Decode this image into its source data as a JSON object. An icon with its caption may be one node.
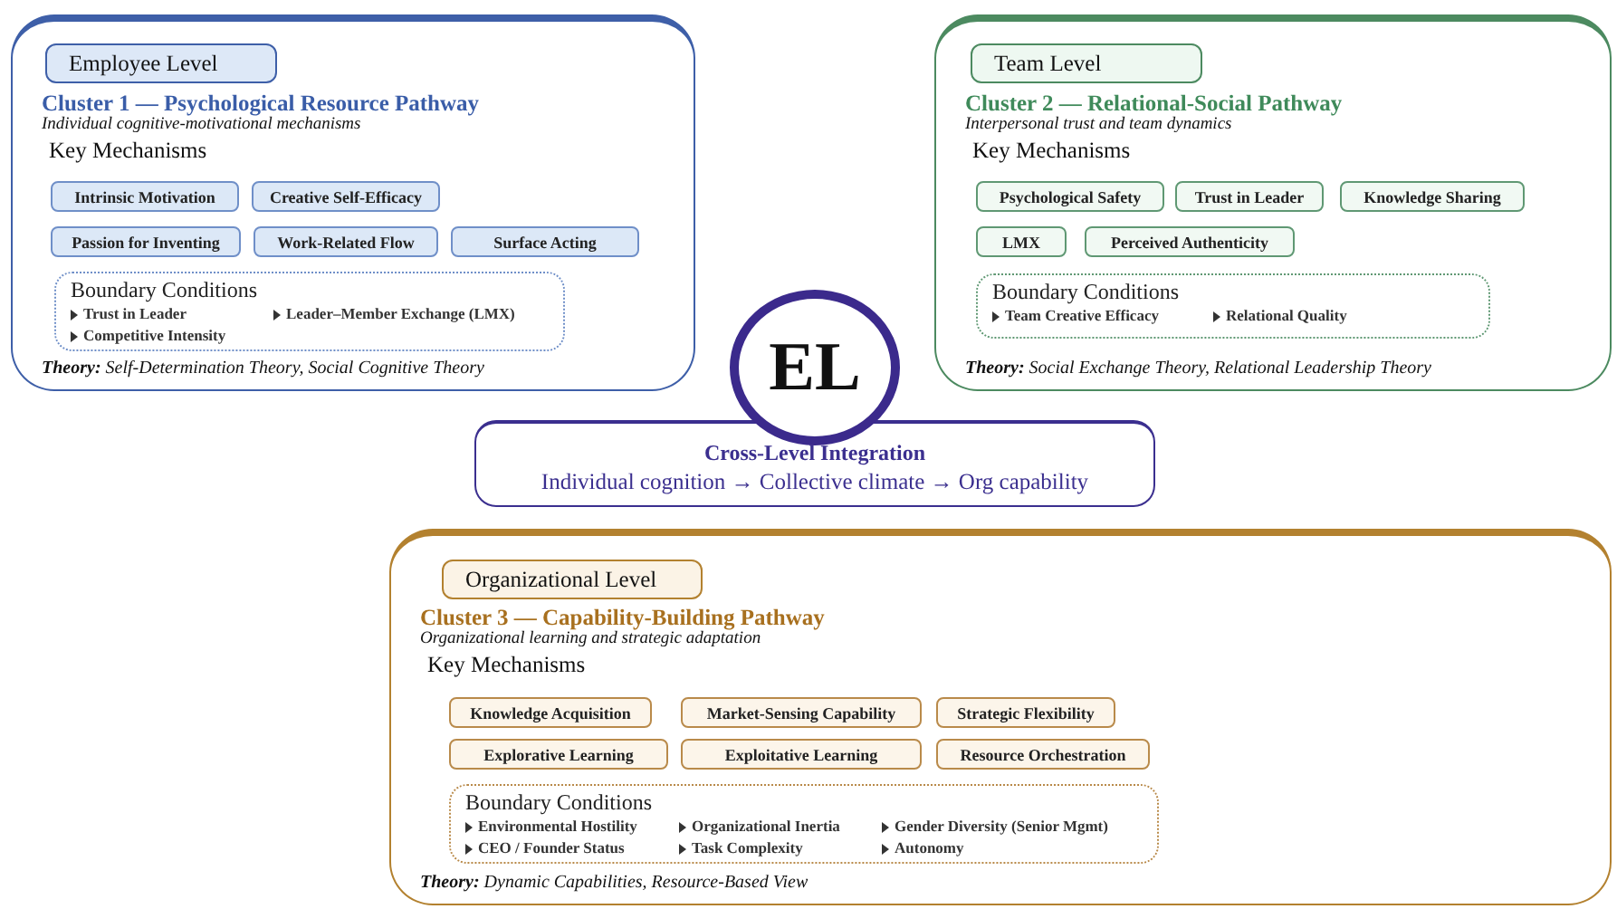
{
  "diagram": {
    "nodes": [
      {
        "text": [
          "Cluster 1 — Psychological Resource Pathway",
          "Individual cognitive-motivational mechanisms",
          "Key Mechanisms",
          "**Theory:** Self-Determination Theory, Social Cognitive Theory"
        ]
      },
      {
        "text": [
          "Employee Level"
        ],
        "in": 0
      },
      {
        "text": [
          "Intrinsic Motivation"
        ],
        "in": 0
      },
      {
        "text": [
          "Creative Self-Efficacy"
        ],
        "in": 0
      },
      {
        "text": [
          "Passion for Inventing"
        ],
        "in": 0
      },
      {
        "text": [
          "Work-Related Flow"
        ],
        "in": 0
      },
      {
        "text": [
          "Surface Acting"
        ],
        "in": 0
      },
      {
        "text": [
          "Boundary Conditions",
          "Trust in Leader",
          "Leader–Member Exchange (LMX)",
          "Competitive Intensity"
        ],
        "in": 0
      },
      {
        "text": [
          "Cluster 2 — Relational-Social Pathway",
          "Interpersonal trust and team dynamics",
          "Key Mechanisms",
          "**Theory:** Social Exchange Theory, Relational Leadership Theory"
        ]
      },
      {
        "text": [
          "Team Level"
        ],
        "in": 8
      },
      {
        "text": [
          "Psychological Safety"
        ],
        "in": 8
      },
      {
        "text": [
          "Trust in Leader"
        ],
        "in": 8
      },
      {
        "text": [
          "Knowledge Sharing"
        ],
        "in": 8
      },
      {
        "text": [
          "LMX"
        ],
        "in": 8
      },
      {
        "text": [
          "Perceived Authenticity"
        ],
        "in": 8
      },
      {
        "text": [
          "Boundary Conditions",
          "Team Creative Efficacy",
          "Relational Quality"
        ],
        "in": 8
      },
      {
        "text": [
          "EL"
        ]
      },
      {
        "text": [
          "Cross-Level Integration",
          "Individual cognition → Collective climate → Org capability"
        ]
      },
      {
        "text": [
          "Cluster 3 — Capability-Building Pathway",
          "Organizational learning and strategic adaptation",
          "Key Mechanisms",
          "**Theory:** Dynamic Capabilities, Resource-Based View"
        ]
      },
      {
        "text": [
          "Organizational Level"
        ],
        "in": 18
      },
      {
        "text": [
          "Knowledge Acquisition"
        ],
        "in": 18
      },
      {
        "text": [
          "Market-Sensing Capability"
        ],
        "in": 18
      },
      {
        "text": [
          "Strategic Flexibility"
        ],
        "in": 18
      },
      {
        "text": [
          "Explorative Learning"
        ],
        "in": 18
      },
      {
        "text": [
          "Exploitative Learning"
        ],
        "in": 18
      },
      {
        "text": [
          "Resource Orchestration"
        ],
        "in": 18
      },
      {
        "text": [
          "Boundary Conditions",
          "Environmental Hostility",
          "Organizational Inertia",
          "Gender Diversity (Senior Mgmt)",
          "CEO / Founder Status",
          "Task Complexity",
          "Autonomy"
        ],
        "in": 18
      }
    ]
  }
}
